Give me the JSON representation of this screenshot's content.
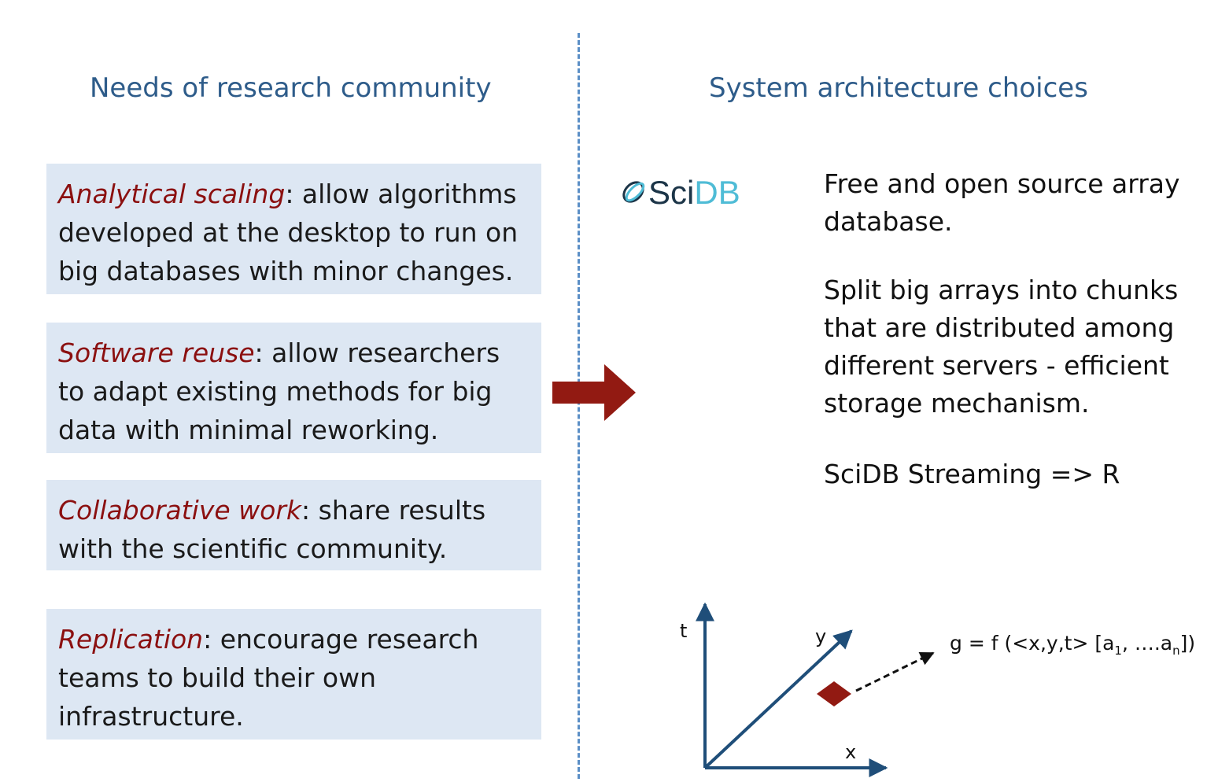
{
  "headings": {
    "left": "Needs of research community",
    "right": "System architecture choices"
  },
  "needs": [
    {
      "term": "Analytical scaling",
      "text": ": allow algorithms developed at the desktop to run on big databases with minor changes."
    },
    {
      "term": "Software reuse",
      "text": ": allow researchers to adapt existing methods for big data with minimal reworking."
    },
    {
      "term": "Collaborative work",
      "text": ": share results with the scientific community."
    },
    {
      "term": "Replication",
      "text": ": encourage research teams to build their own infrastructure."
    }
  ],
  "logo": {
    "name": "SciDB",
    "part_dark": "Sci",
    "part_light": "DB"
  },
  "descriptions": [
    "Free and open source array database.",
    "Split big arrays into chunks that are distributed among different servers -  efficient storage mechanism.",
    "SciDB Streaming => R"
  ],
  "axes": {
    "t": "t",
    "y": "y",
    "x": "x"
  },
  "formula": {
    "prefix": "g = f (<x,y,t> [a",
    "sub1": "1",
    "middle": ", ….a",
    "subn": "n",
    "suffix": "])"
  },
  "colors": {
    "heading": "#2e5c8a",
    "term": "#8b1010",
    "box": "#dde7f3",
    "arrow": "#921a12",
    "axis": "#1f4e79",
    "divider": "#5b8fc6"
  }
}
